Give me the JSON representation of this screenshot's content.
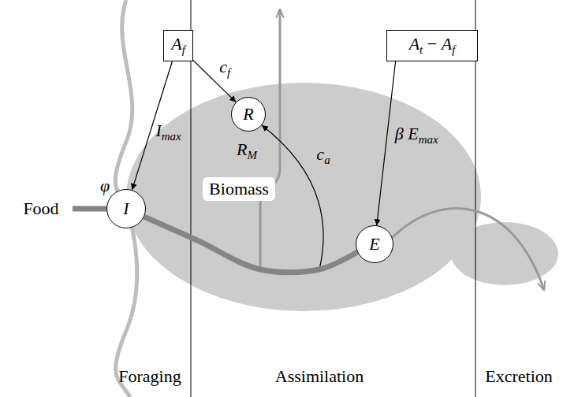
{
  "diagram": {
    "nodes": [
      {
        "text": [
          "Af"
        ]
      },
      {
        "text": [
          "At − Af"
        ]
      },
      {
        "text": [
          "I"
        ]
      },
      {
        "text": [
          "R"
        ]
      },
      {
        "text": [
          "E"
        ]
      }
    ],
    "edges": [
      {
        "from": 0,
        "to": 2,
        "label": "Imax",
        "arrow": "to"
      },
      {
        "from": 0,
        "to": 3,
        "label": "cf",
        "arrow": "to"
      },
      {
        "from": 1,
        "to": 4,
        "label": "β Emax",
        "arrow": "to"
      },
      {
        "from": 2,
        "to": 4,
        "arrow": "none"
      }
    ],
    "labels": [
      "Food",
      "φ",
      "RM",
      "Biomass",
      "ca",
      "Foraging",
      "Assimilation",
      "Excretion"
    ]
  }
}
